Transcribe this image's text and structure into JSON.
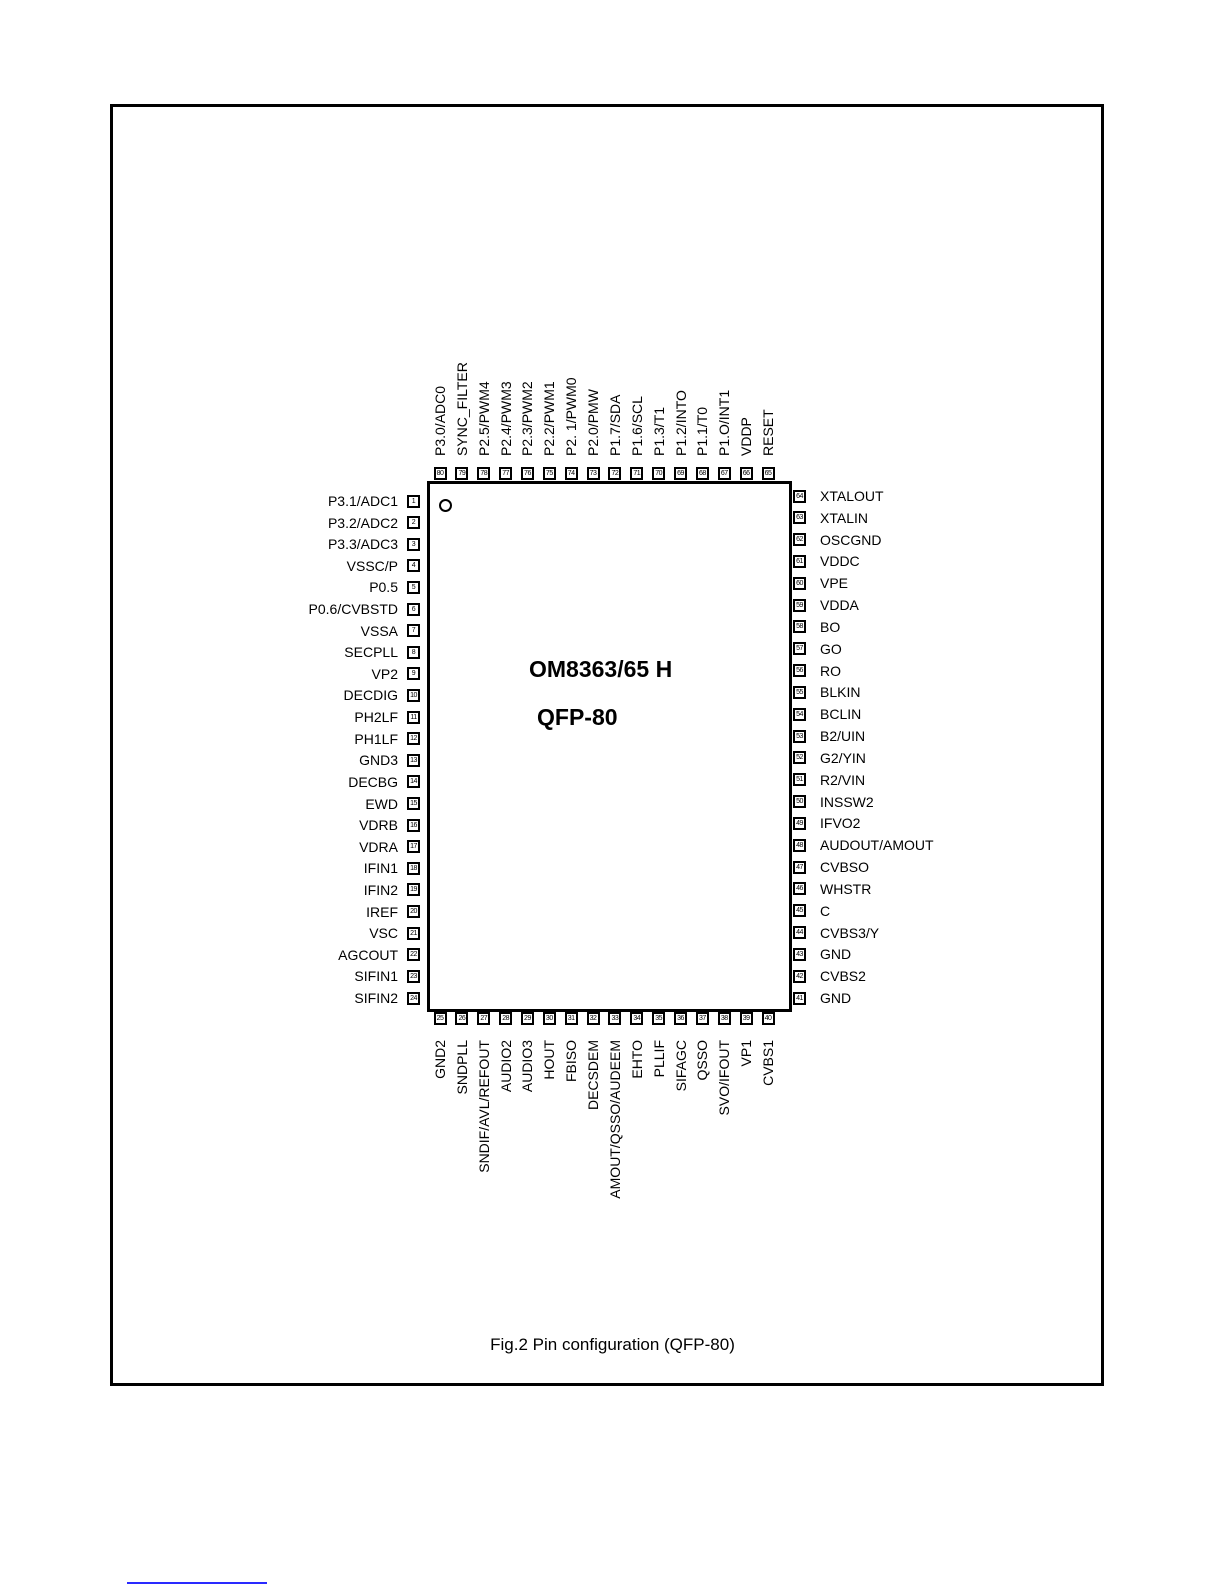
{
  "chip": {
    "part_number": "OM8363/65 H",
    "package": "QFP-80"
  },
  "caption": "Fig.2  Pin configuration (QFP-80)",
  "pins": {
    "left": [
      {
        "n": "1",
        "label": "P3.1/ADC1"
      },
      {
        "n": "2",
        "label": "P3.2/ADC2"
      },
      {
        "n": "3",
        "label": "P3.3/ADC3"
      },
      {
        "n": "4",
        "label": "VSSC/P"
      },
      {
        "n": "5",
        "label": "P0.5"
      },
      {
        "n": "6",
        "label": "P0.6/CVBSTD"
      },
      {
        "n": "7",
        "label": "VSSA"
      },
      {
        "n": "8",
        "label": "SECPLL"
      },
      {
        "n": "9",
        "label": "VP2"
      },
      {
        "n": "10",
        "label": "DECDIG"
      },
      {
        "n": "11",
        "label": "PH2LF"
      },
      {
        "n": "12",
        "label": "PH1LF"
      },
      {
        "n": "13",
        "label": "GND3"
      },
      {
        "n": "14",
        "label": "DECBG"
      },
      {
        "n": "15",
        "label": "EWD"
      },
      {
        "n": "16",
        "label": "VDRB"
      },
      {
        "n": "17",
        "label": "VDRA"
      },
      {
        "n": "18",
        "label": "IFIN1"
      },
      {
        "n": "19",
        "label": "IFIN2"
      },
      {
        "n": "20",
        "label": "IREF"
      },
      {
        "n": "21",
        "label": "VSC"
      },
      {
        "n": "22",
        "label": "AGCOUT"
      },
      {
        "n": "23",
        "label": "SIFIN1"
      },
      {
        "n": "24",
        "label": "SIFIN2"
      }
    ],
    "bottom": [
      {
        "n": "25",
        "label": "GND2"
      },
      {
        "n": "26",
        "label": "SNDPLL"
      },
      {
        "n": "27",
        "label": "SNDIF/AVL/REFOUT"
      },
      {
        "n": "28",
        "label": "AUDIO2"
      },
      {
        "n": "29",
        "label": "AUDIO3"
      },
      {
        "n": "30",
        "label": "HOUT"
      },
      {
        "n": "31",
        "label": "FBISO"
      },
      {
        "n": "32",
        "label": "DECSDEM"
      },
      {
        "n": "33",
        "label": "AMOUT/QSSO/AUDEEM"
      },
      {
        "n": "34",
        "label": "EHTO"
      },
      {
        "n": "35",
        "label": "PLLIF"
      },
      {
        "n": "36",
        "label": "SIFAGC"
      },
      {
        "n": "37",
        "label": "QSSO"
      },
      {
        "n": "38",
        "label": "SVO/IFOUT"
      },
      {
        "n": "39",
        "label": "VP1"
      },
      {
        "n": "40",
        "label": "CVBS1"
      }
    ],
    "right": [
      {
        "n": "41",
        "label": "GND"
      },
      {
        "n": "42",
        "label": "CVBS2"
      },
      {
        "n": "43",
        "label": "GND"
      },
      {
        "n": "44",
        "label": "CVBS3/Y"
      },
      {
        "n": "45",
        "label": "C"
      },
      {
        "n": "46",
        "label": "WHSTR"
      },
      {
        "n": "47",
        "label": "CVBSO"
      },
      {
        "n": "48",
        "label": "AUDOUT/AMOUT"
      },
      {
        "n": "49",
        "label": "IFVO2"
      },
      {
        "n": "50",
        "label": "INSSW2"
      },
      {
        "n": "51",
        "label": "R2/VIN"
      },
      {
        "n": "52",
        "label": "G2/YIN"
      },
      {
        "n": "53",
        "label": "B2/UIN"
      },
      {
        "n": "54",
        "label": "BCLIN"
      },
      {
        "n": "55",
        "label": "BLKIN"
      },
      {
        "n": "56",
        "label": "RO"
      },
      {
        "n": "57",
        "label": "GO"
      },
      {
        "n": "58",
        "label": "BO"
      },
      {
        "n": "59",
        "label": "VDDA"
      },
      {
        "n": "60",
        "label": "VPE"
      },
      {
        "n": "61",
        "label": "VDDC"
      },
      {
        "n": "62",
        "label": "OSCGND"
      },
      {
        "n": "63",
        "label": "XTALIN"
      },
      {
        "n": "64",
        "label": "XTALOUT"
      }
    ],
    "top": [
      {
        "n": "65",
        "label": "RESET"
      },
      {
        "n": "66",
        "label": "VDDP"
      },
      {
        "n": "67",
        "label": "P1.O/INT1"
      },
      {
        "n": "68",
        "label": "P1.1/T0"
      },
      {
        "n": "69",
        "label": "P1.2/INTO"
      },
      {
        "n": "70",
        "label": "P1.3/T1"
      },
      {
        "n": "71",
        "label": "P1.6/SCL"
      },
      {
        "n": "72",
        "label": "P1.7/SDA"
      },
      {
        "n": "73",
        "label": "P2.0/PMW"
      },
      {
        "n": "74",
        "label": "P2. 1/PWM0"
      },
      {
        "n": "75",
        "label": "P2.2/PWM1"
      },
      {
        "n": "76",
        "label": "P2.3/PWM2"
      },
      {
        "n": "77",
        "label": "P2.4/PWM3"
      },
      {
        "n": "78",
        "label": "P2.5/PWM4"
      },
      {
        "n": "79",
        "label": "SYNC_FILTER"
      },
      {
        "n": "80",
        "label": "P3.0/ADC0"
      }
    ]
  }
}
